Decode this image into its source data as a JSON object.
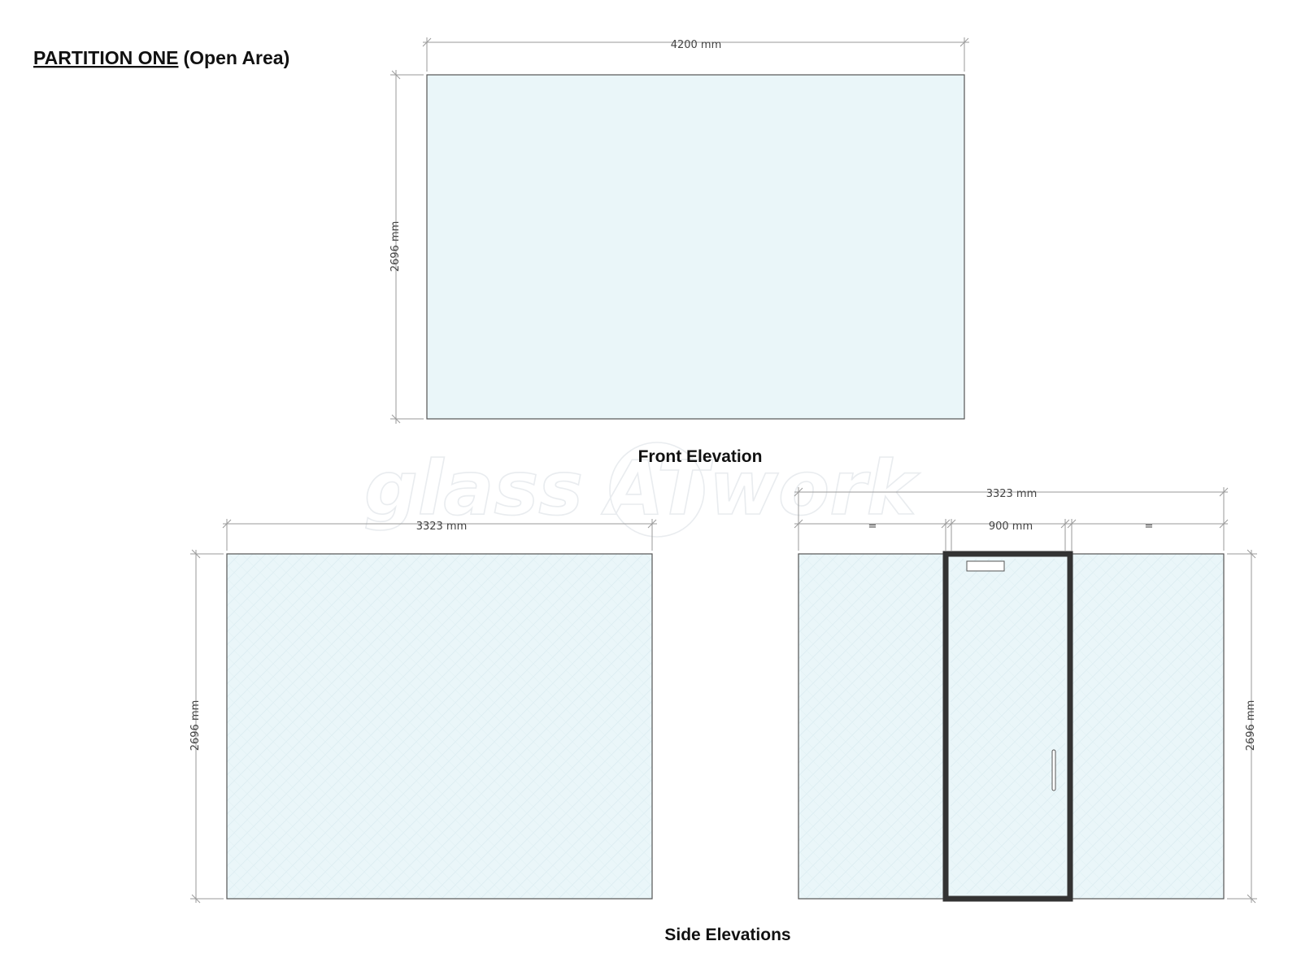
{
  "heading": {
    "bold_underlined": "PARTITION ONE",
    "suffix": "(Open Area)"
  },
  "watermark": {
    "left": "glass",
    "middle": "AT",
    "right": "work"
  },
  "front_elevation": {
    "caption": "Front Elevation",
    "width_label": "4200 mm",
    "height_label": "2696 mm"
  },
  "side_elevations": {
    "caption": "Side Elevations",
    "left_panel": {
      "width_label": "3323 mm",
      "height_label": "2696 mm"
    },
    "right_panel": {
      "overall_width_label": "3323 mm",
      "left_segment_label": "=",
      "door_width_label": "900 mm",
      "right_segment_label": "=",
      "height_label": "2696 mm"
    }
  },
  "colors": {
    "glass_fill": "#eaf6f9",
    "door_frame": "#333333",
    "dimension_line": "#9a9a9a"
  }
}
